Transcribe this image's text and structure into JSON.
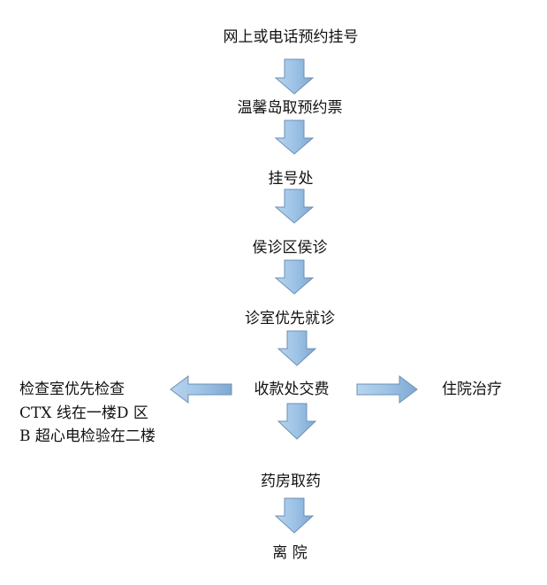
{
  "flow": {
    "step1": "网上或电话预约挂号",
    "step2": "温馨岛取预约票",
    "step3": "挂号处",
    "step4": "侯诊区侯诊",
    "step5": "诊室优先就诊",
    "step6": "收款处交费",
    "left": [
      "检查室优先检查",
      "CTX 线在一楼D 区",
      "B 超心电检验在二楼"
    ],
    "right": "住院治疗",
    "step7": "药房取药",
    "step8": "离 院"
  },
  "colors": {
    "arrow_fill": "#9dc3e6",
    "arrow_stroke": "#6e8fb5"
  }
}
